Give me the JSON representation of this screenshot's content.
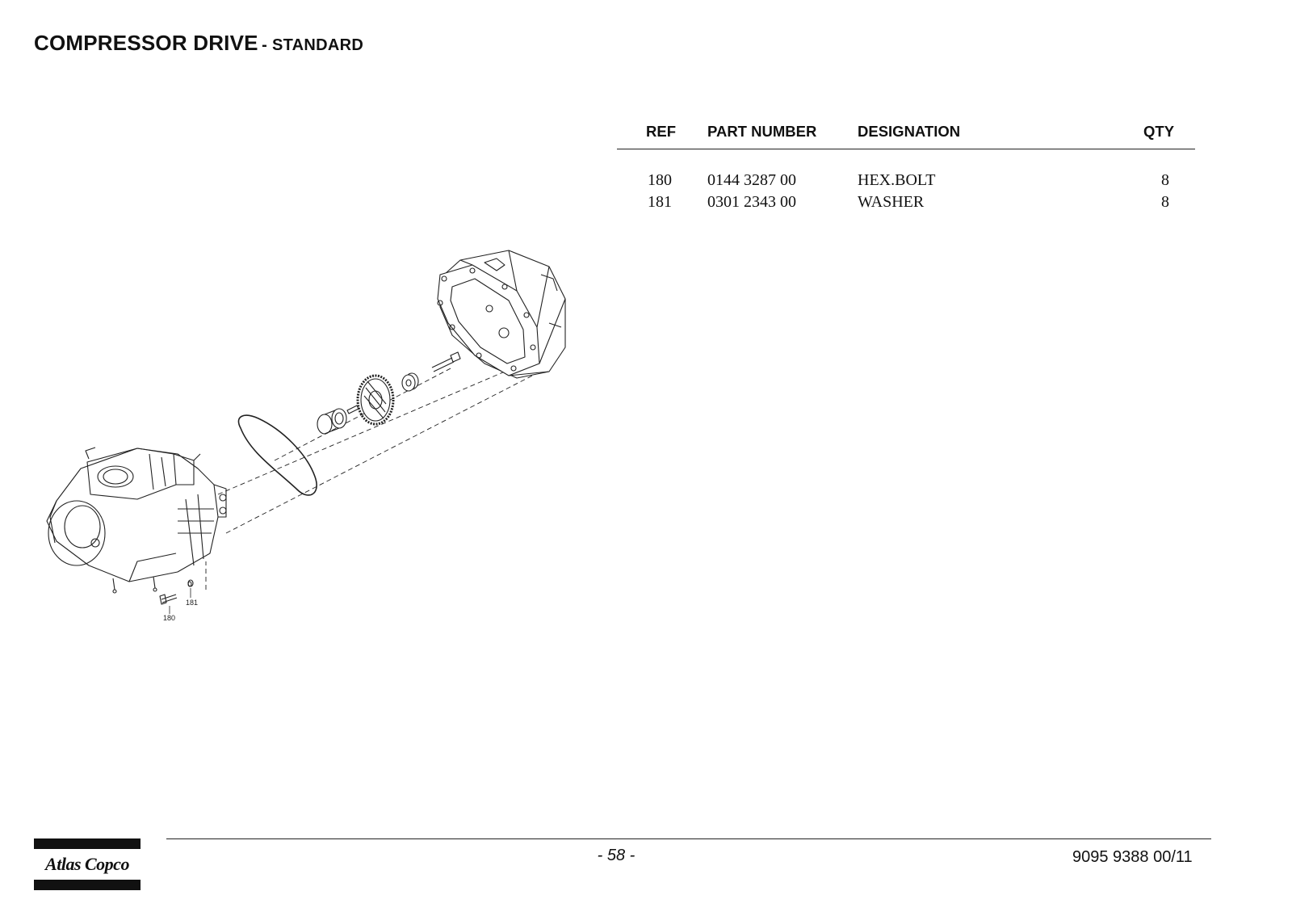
{
  "header": {
    "title": "COMPRESSOR DRIVE",
    "subtitle": "- STANDARD"
  },
  "table": {
    "columns": {
      "ref": "REF",
      "part_number": "PART NUMBER",
      "designation": "DESIGNATION",
      "qty": "QTY"
    },
    "rows": [
      {
        "ref": "180",
        "part_number": "0144 3287 00",
        "designation": "HEX.BOLT",
        "qty": "8"
      },
      {
        "ref": "181",
        "part_number": "0301 2343 00",
        "designation": "WASHER",
        "qty": "8"
      }
    ]
  },
  "diagram": {
    "callouts": [
      "180",
      "181"
    ]
  },
  "footer": {
    "page_number": "- 58 -",
    "document_number": "9095 9388 00/11",
    "logo_text": "Atlas Copco"
  }
}
